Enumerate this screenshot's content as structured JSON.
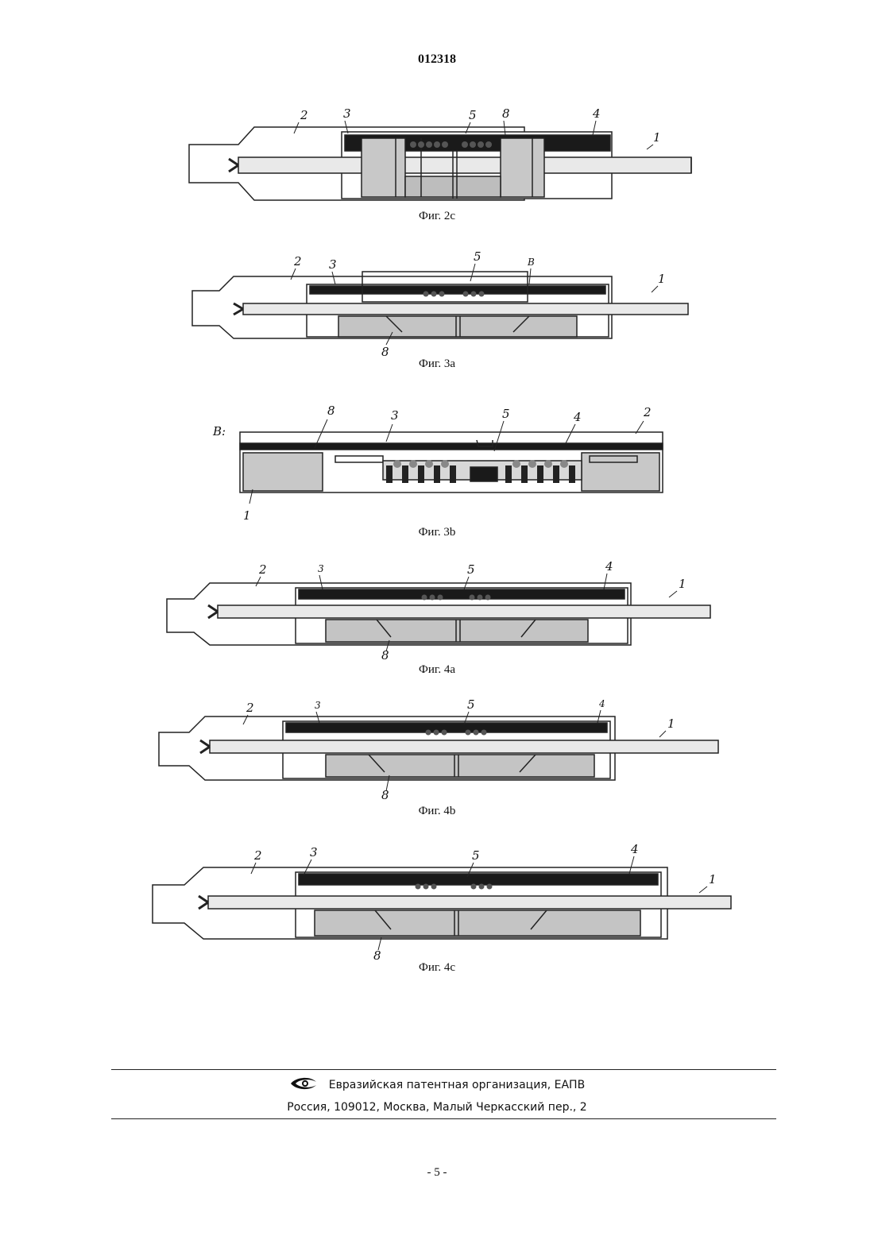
{
  "document": {
    "number": "012318",
    "page": "- 5 -"
  },
  "figures": [
    {
      "caption": "Фиг. 2c",
      "labels": [
        "2",
        "3",
        "5",
        "8",
        "4",
        "1"
      ]
    },
    {
      "caption": "Фиг. 3a",
      "labels": [
        "2",
        "3",
        "5",
        "B",
        "1",
        "8"
      ]
    },
    {
      "caption": "Фиг. 3b",
      "prefix": "B:",
      "labels": [
        "8",
        "3",
        "5",
        "4",
        "2",
        "1"
      ]
    },
    {
      "caption": "Фиг. 4a",
      "labels": [
        "2",
        "3",
        "5",
        "4",
        "1",
        "8"
      ]
    },
    {
      "caption": "Фиг. 4b",
      "labels": [
        "2",
        "3",
        "5",
        "4",
        "1",
        "8"
      ]
    },
    {
      "caption": "Фиг. 4c",
      "labels": [
        "2",
        "3",
        "5",
        "4",
        "1",
        "8"
      ]
    }
  ],
  "footer": {
    "organization": "Евразийская патентная организация, ЕАПВ",
    "address": "Россия, 109012, Москва, Малый Черкасский пер., 2"
  }
}
